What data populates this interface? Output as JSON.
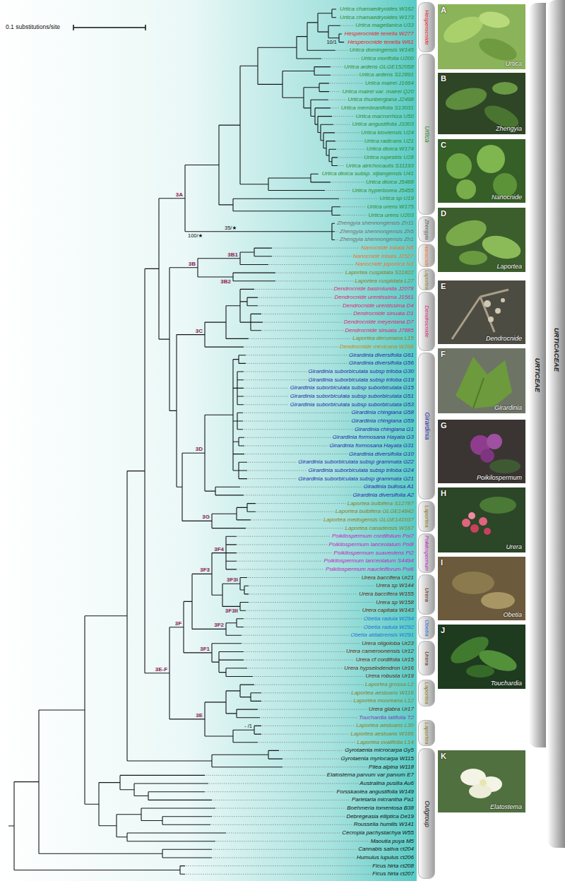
{
  "diagram": {
    "nodes": [
      {
        "text": [
          "Hesperocnide"
        ]
      },
      {
        "text": [
          "Urtica"
        ]
      },
      {
        "text": [
          "Zhengyia"
        ]
      },
      {
        "text": [
          "Nanocnide"
        ]
      },
      {
        "text": [
          "Laportea"
        ]
      },
      {
        "text": [
          "Dendrocnide"
        ]
      },
      {
        "text": [
          "Girardinia"
        ]
      },
      {
        "text": [
          "Laportea"
        ]
      },
      {
        "text": [
          "Poikilospermum"
        ]
      },
      {
        "text": [
          "Urera"
        ]
      },
      {
        "text": [
          "Obetia"
        ]
      },
      {
        "text": [
          "Urera"
        ]
      },
      {
        "text": [
          "Laportea"
        ]
      },
      {
        "text": [
          "Laportea"
        ]
      },
      {
        "text": [
          "Outgroup"
        ]
      },
      {
        "text": [
          "A",
          "Urtica"
        ]
      },
      {
        "text": [
          "B",
          "Zhengyia"
        ]
      },
      {
        "text": [
          "C",
          "Nanocnide"
        ]
      },
      {
        "text": [
          "D",
          "Laportea"
        ]
      },
      {
        "text": [
          "E",
          "Dendrocnide"
        ]
      },
      {
        "text": [
          "F",
          "Girardinia"
        ]
      },
      {
        "text": [
          "G",
          "Poikilospermum"
        ]
      },
      {
        "text": [
          "H",
          "Urera"
        ]
      },
      {
        "text": [
          "I",
          "Obetia"
        ]
      },
      {
        "text": [
          "J",
          "Touchardia"
        ]
      },
      {
        "text": [
          "K",
          "Elatostema"
        ]
      },
      {
        "text": [
          "URTICEAE"
        ]
      },
      {
        "text": [
          "URTICACEAE"
        ]
      }
    ],
    "labels": [
      "0.1 substitutions/site",
      "10/1",
      "Urtica chamaedryoides W162",
      "Urtica chamaedryoides W173",
      "Urtica magellanica U33",
      "Hesperocnide tenella W277",
      "Hesperocnide tenella W61",
      "Urtica domingensis W145",
      "Urtica morifolia U200",
      "Urtica ardens GLGE152058",
      "Urtica ardens S12891",
      "Urtica mairei J1664",
      "Urtica mairei var. mairei Q20",
      "Urtica thunbergiana J2498",
      "Urtica membranifolia S13031",
      "Urtica macrorrhiza U50",
      "Urtica angustifolia J3303",
      "Urtica kioviensis U24",
      "Urtica radicans U21",
      "Urtica dioica W174",
      "Urtica rupestris U28",
      "Urtica atrichocaulis S11193",
      "Urtica dioica subsp. xijiangensis U41",
      "Urtica dioica J5488",
      "Urtica hyperborea J5455",
      "Urtica sp U19",
      "Urtica urens W175",
      "Urtica urens U203",
      "Zhengyia shennongensis Zh11",
      "Zhengyia shennongensis Zh5",
      "Zhengyia shennongensis Zh1",
      "Nanocnide lobata N6",
      "Nanocnide lobata J2527",
      "Nanocnide japonica N3",
      "Laportea cuspidata S11822",
      "Laportea cuspidata L27",
      "Dendrocnide basirotunda J2078",
      "Dendrocnide urentissima J1561",
      "Dendrocnide urentissima D4",
      "Dendrocnide sinuata D1",
      "Dendrocnide meyeniana D7",
      "Dendrocnide sinuata J7885",
      "Laportea decumana L15",
      "Dendrocnide mexicana W268",
      "Girardinia diversifolia G61",
      "Girardinia diversifolia G56",
      "Girardinia suborbiculata subsp triloba G30",
      "Girardinia suborbiculata subsp triloba G19",
      "Girardinia suborbiculata subsp suborbiculata G15",
      "Girardinia suborbiculata subsp suborbiculata G51",
      "Girardinia suborbiculata subsp suborbiculata G53",
      "Girardinia chingiana G58",
      "Girardinia chingiana G59",
      "Girardinia chingiana G1",
      "Girardinia formosana Hayata G3",
      "Girardinia formosana Hayata G31",
      "Girardinia diversifolia G10",
      "Girardinia suborbiculata subsp grammata G22",
      "Girardinia suborbiculata subsp triloba G24",
      "Girardinia suborbiculata subsp grammata G21",
      "Giradinia bullosa A1",
      "Girardinia diversifolia A2",
      "Laportea bulbifera S12787",
      "Laportea bulbifera GLGE14842",
      "Laportea medogensis GLGE141037",
      "Laportea canadensis W167",
      "Poikilospermum cordifolium Poi7",
      "Poikilospermum lanceolatum Poi8",
      "Poikilospermum suaveolens Pi2",
      "Poikilospermum lanceolatum S4494",
      "Poikilospermum naucleiflorum Poi6",
      "Urera baccifera Ur21",
      "Urera sp W144",
      "Urera baccifera W155",
      "Urera sp W158",
      "Urera capitata W143",
      "Obetia radula W294",
      "Obetia radula W292",
      "Obetia aldabrensis W291",
      "Urera oligoloba Ur23",
      "Urera cameroonensis Ur12",
      "Urera cf cordifolia Ur15",
      "Urera hypselodendron Ur16",
      "Urera robusta Ur19",
      "Laportea grossa L2",
      "Laportea aestuans W116",
      "Laportea mooreana L12",
      "Urera glabra Ur17",
      "Touchardia latifolia T2",
      "Laportea aestuans L30",
      "Laportea aestuans W166",
      "Laportea ovalifolia L14",
      "Gyrotaenia microcarpa Gy5",
      "Gyrotaenia myriocarpa W115",
      "Pilea alpina W118",
      "Elatostema parvum var parvum E7",
      "Australina pusilla Au6",
      "Forsskaolea angustifolia W149",
      "Parietaria micrantha Pa1",
      "Boehmeria tomentosa B38",
      "Debregeasia elliptica De19",
      "Rousselia humilis W141",
      "Cecropia pachystachya W55",
      "Maoutia puya M5",
      "Cannabis sativa ct204",
      "Humulus lupulus ct206",
      "Ficus hirta ct208",
      "Ficus hirta ct207",
      "3A",
      "100/★",
      "35/★",
      "3B",
      "3B1",
      "3B2",
      "3C",
      "3D",
      "3G",
      "3F4",
      "3F3I",
      "3F3",
      "3F3II",
      "3F2",
      "3F",
      "3F1",
      "3E-F",
      "3E",
      "- /1"
    ]
  }
}
